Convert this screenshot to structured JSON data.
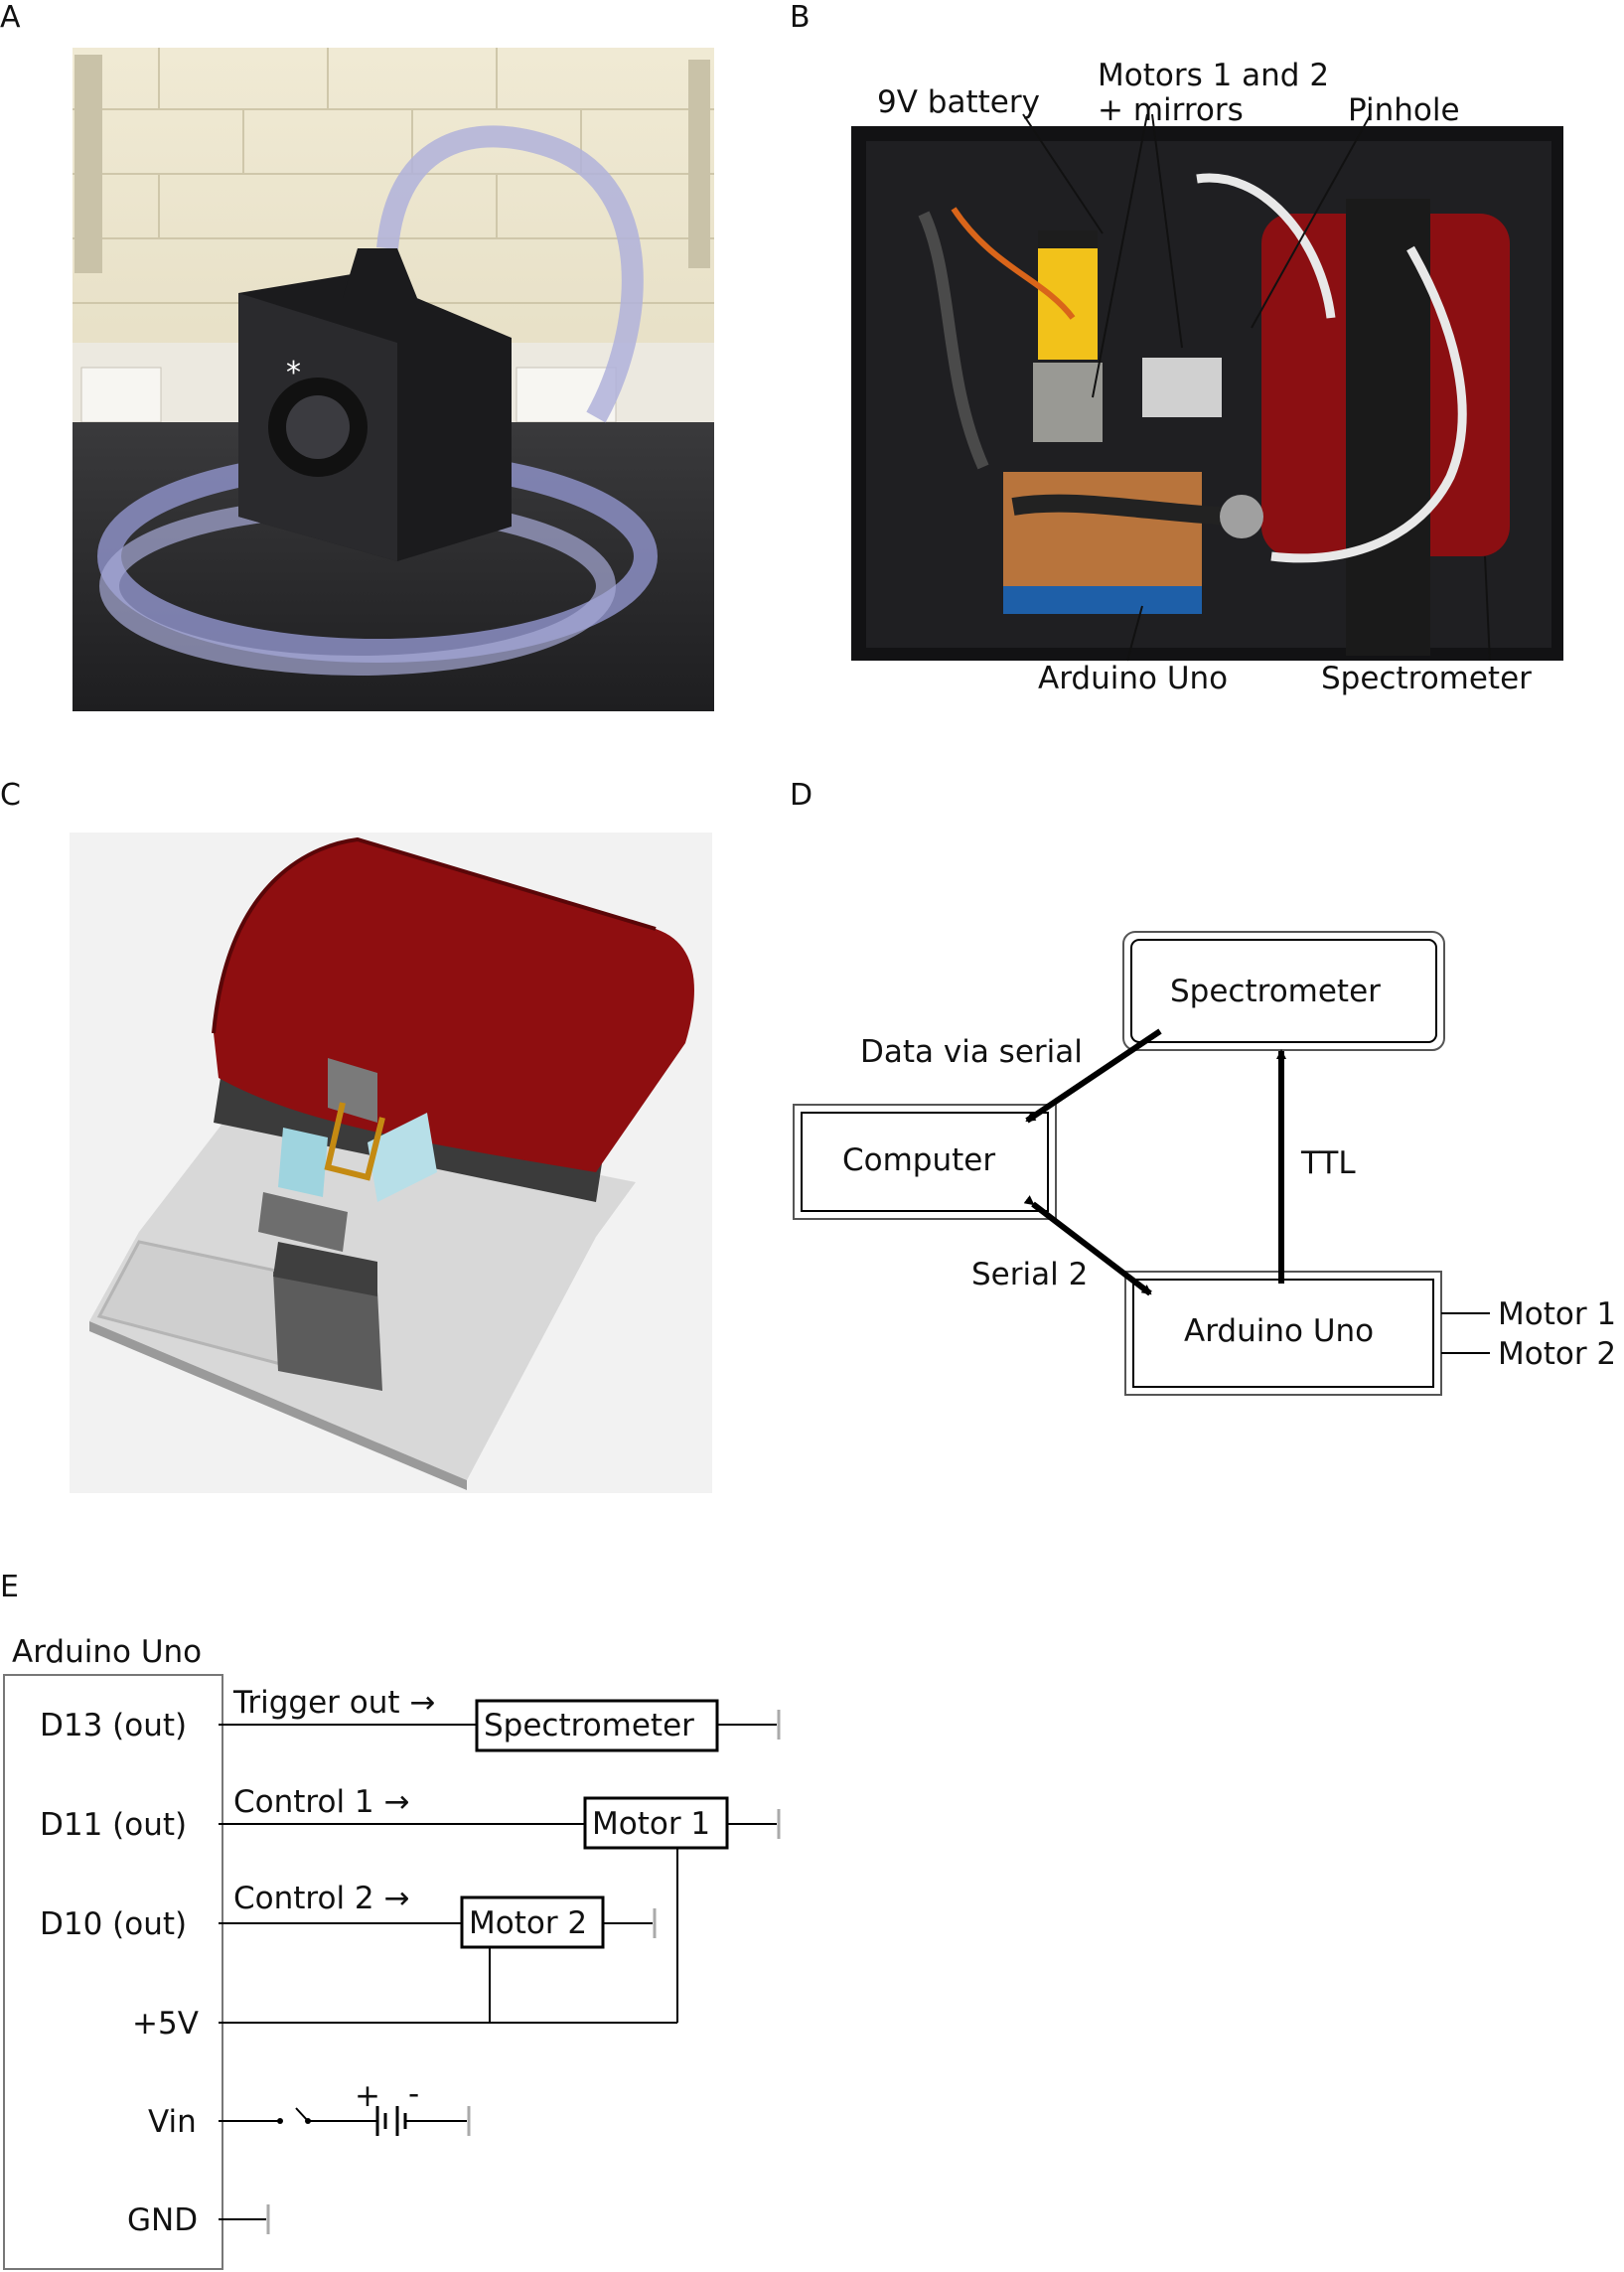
{
  "panels": {
    "a": "A",
    "b": "B",
    "c": "C",
    "d": "D",
    "e": "E"
  },
  "panel_b": {
    "labels": {
      "battery": "9V battery",
      "motors_line1": "Motors 1 and 2",
      "motors_line2": "+ mirrors",
      "pinhole": "Pinhole",
      "arduino": "Arduino Uno",
      "spectrometer": "Spectrometer"
    }
  },
  "panel_d": {
    "spectrometer": "Spectrometer",
    "computer": "Computer",
    "arduino": "Arduino Uno",
    "data_via_serial": "Data via serial",
    "serial2": "Serial 2",
    "ttl": "TTL",
    "motor1": "Motor 1",
    "motor2": "Motor 2"
  },
  "panel_e": {
    "board_title": "Arduino Uno",
    "pins": [
      "D13 (out)",
      "D11 (out)",
      "D10 (out)",
      "+5V",
      "Vin",
      "GND"
    ],
    "trigger": "Trigger out →",
    "control1": "Control 1 →",
    "control2": "Control 2 →",
    "spectrometer": "Spectrometer",
    "motor1": "Motor 1",
    "motor2": "Motor 2",
    "plus": "+",
    "minus": "-"
  },
  "colors": {
    "case_black": "#1b1b1d",
    "spectrometer_red": "#8b0f12",
    "tube_blue": "#8c8fc4",
    "wall_cream": "#e9e2c8",
    "render_bg": "#f2f2f2"
  }
}
